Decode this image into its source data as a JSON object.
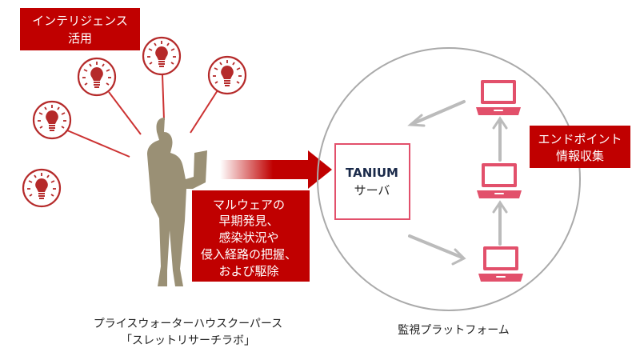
{
  "labels": {
    "intelligence": [
      "インテリジェンス",
      "活用"
    ],
    "malware": [
      "マルウェアの",
      "早期発見、",
      "感染状況や",
      "侵入経路の把握、",
      "および駆除"
    ],
    "server": [
      "TANIUM",
      "サーバ"
    ],
    "endpoint": [
      "エンドポイント",
      "情報収集"
    ],
    "left_caption": [
      "プライスウォーターハウスクーパース",
      "「スレットリサーチラボ」"
    ],
    "right_caption": "監視プラットフォーム"
  },
  "colors": {
    "brand_red": "#c00000",
    "laptop_pink": "#e2506b",
    "silhouette": "#9a9075",
    "circle_gray": "#aaaaaa"
  }
}
